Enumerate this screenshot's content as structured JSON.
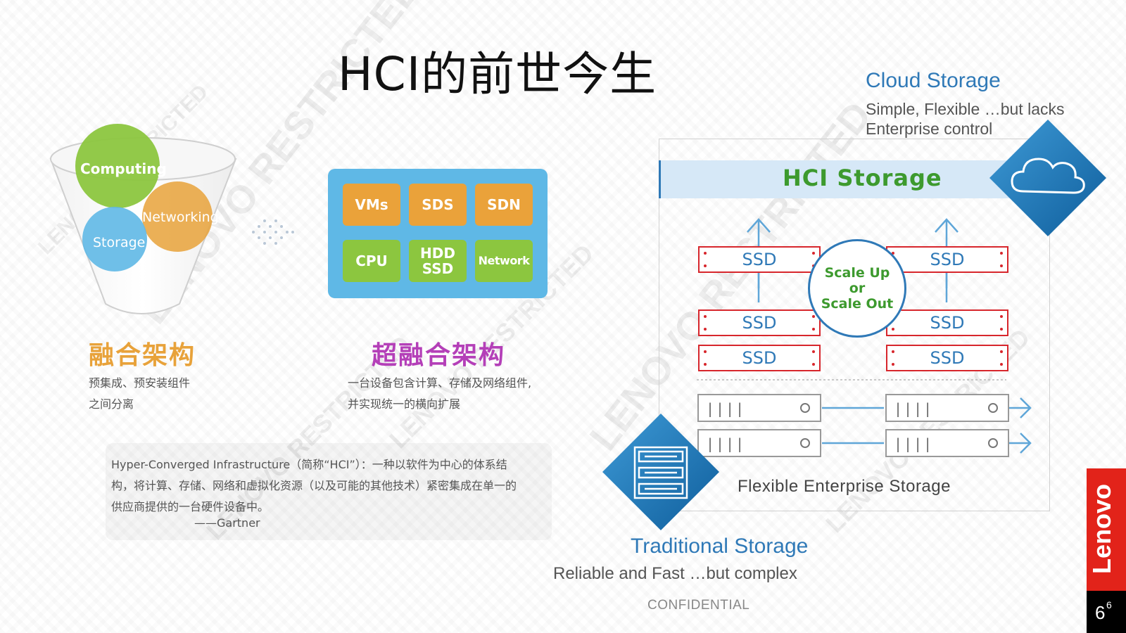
{
  "slide": {
    "title": "HCI的前世今生",
    "confidential": "CONFIDENTIAL",
    "brand": "Lenovo",
    "page_number": "6",
    "page_superscript": "6",
    "watermark": "LENOVO RESTRICTED"
  },
  "converged": {
    "circles": [
      "Computing",
      "Networking",
      "Storage"
    ],
    "heading": "融合架构",
    "desc_lines": [
      "预集成、预安装组件",
      "之间分离"
    ],
    "heading_color": "#e8a23a"
  },
  "hyperconverged": {
    "tiles_row1": [
      "VMs",
      "SDS",
      "SDN"
    ],
    "tiles_row2_cpu": "CPU",
    "tiles_row2_hdd": [
      "HDD",
      "SSD"
    ],
    "tiles_row2_network": "Network",
    "heading": "超融合架构",
    "desc_lines": [
      "一台设备包含计算、存储及网络组件,",
      "并实现统一的横向扩展"
    ],
    "heading_color": "#b43fb8"
  },
  "quote": {
    "lines": [
      "Hyper-Converged Infrastructure（简称“HCI”）：一种以软件为中心的体系结",
      "构，将计算、存储、网络和虚拟化资源（以及可能的其他技术）紧密集成在单一的",
      "供应商提供的一台硬件设备中。"
    ],
    "attribution": "——Gartner"
  },
  "storage_diagram": {
    "cloud_title": "Cloud Storage",
    "cloud_desc_lines": [
      "Simple, Flexible …but lacks",
      "Enterprise control"
    ],
    "hci_label": "HCI Storage",
    "ssd_label": "SSD",
    "scale_lines": [
      "Scale Up",
      "or",
      "Scale Out"
    ],
    "flexible_label": "Flexible Enterprise Storage",
    "traditional_title": "Traditional Storage",
    "traditional_desc": "Reliable and Fast …but complex",
    "server_bars": "||||"
  },
  "colors": {
    "accent_blue": "#2f79b7",
    "accent_green": "#3d9a2e",
    "ssd_red": "#d7262c",
    "lenovo_red": "#e2231a"
  }
}
